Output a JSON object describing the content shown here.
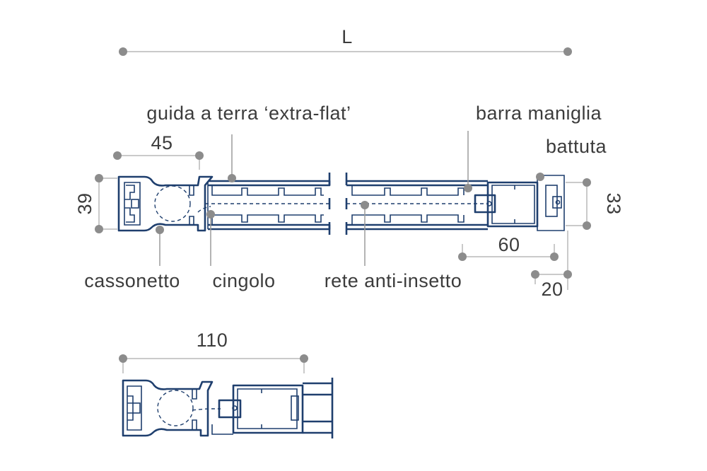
{
  "dimensions": {
    "L": "L",
    "d45": "45",
    "d39": "39",
    "d33": "33",
    "d60": "60",
    "d20": "20",
    "d110": "110"
  },
  "labels": {
    "guida": "guida a terra ‘extra-flat’",
    "barra": "barra maniglia",
    "battuta": "battuta",
    "cassonetto": "cassonetto",
    "cingolo": "cingolo",
    "rete": "rete anti-insetto"
  },
  "colors": {
    "profile": "#1f3f6e",
    "dimension_line": "#b9b9b9",
    "dimension_dot": "#8c8c8c",
    "text": "#3c3c3c"
  }
}
